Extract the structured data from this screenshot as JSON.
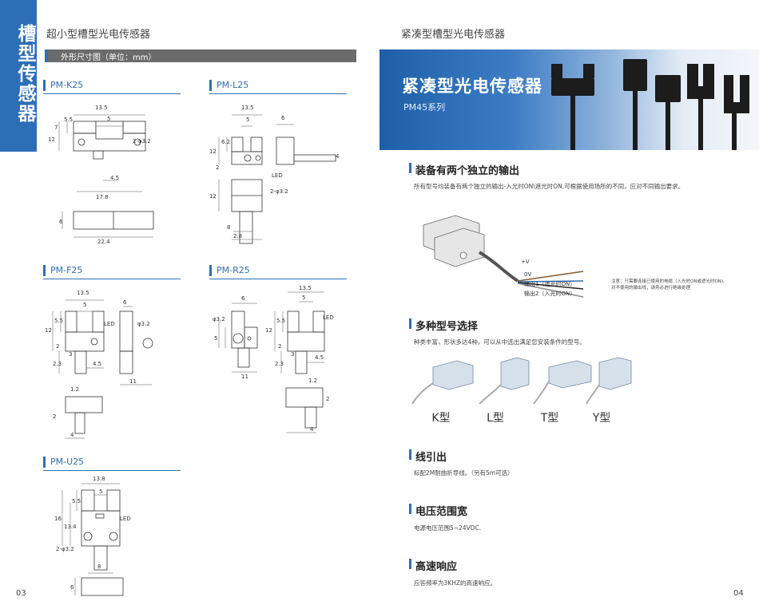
{
  "left_page": {
    "side_tab": "槽型传感器",
    "title": "超小型槽型光电传感器",
    "section_bar": "外形尺寸图（单位：mm）",
    "page_number": "03",
    "models": {
      "k25": {
        "name": "PM-K25",
        "dims": [
          "13.5",
          "5",
          "12",
          "7",
          "5.5",
          "2-φ3.2",
          "4.5",
          "17.8",
          "6",
          "22.4"
        ]
      },
      "l25": {
        "name": "PM-L25",
        "dims": [
          "13.5",
          "5",
          "6",
          "12",
          "6.2",
          "2",
          "4",
          "LED",
          "2-φ3.2",
          "12",
          "8",
          "2.8"
        ]
      },
      "f25": {
        "name": "PM-F25",
        "dims": [
          "13.5",
          "5",
          "6",
          "12",
          "5.5",
          "LED",
          "φ3.2",
          "2",
          "3",
          "2.3",
          "4.5",
          "11",
          "1.2",
          "2",
          "4"
        ]
      },
      "r25": {
        "name": "PM-R25",
        "dims": [
          "13.5",
          "6",
          "5",
          "φ3.2",
          "5",
          "12",
          "5.5",
          "LED",
          "2",
          "3",
          "2.3",
          "4.5",
          "11",
          "1.2",
          "2",
          "4"
        ]
      },
      "u25": {
        "name": "PM-U25",
        "dims": [
          "13.8",
          "5",
          "16",
          "13.4",
          "5.5",
          "LED",
          "2-φ3.2",
          "8",
          "6"
        ]
      }
    }
  },
  "right_page": {
    "title": "紧凑型槽型光电传感器",
    "banner_title": "紧凑型光电传感器",
    "banner_sub": "PM45系列",
    "page_number": "04",
    "sections": {
      "outputs": {
        "heading": "装备有两个独立的输出",
        "text": "所有型号均装备有两个独立的输出-入光时ON\\遮光时ON,可根据使用场所的不同，应对不同输出要求。",
        "wires": [
          "+V",
          "0V",
          "输出1（遮光时ON）",
          "输出2（入光时ON）"
        ],
        "note_line1": "注意：只需要连接已使用的电缆（入光时ON或遮光时ON),",
        "note_line2": "对不使用的输出线，请务必进行绝缘处理"
      },
      "models": {
        "heading": "多种型号选择",
        "text": "种类丰富，形状多达4种，可以从中选出满足您安装条件的型号。",
        "types": [
          "K型",
          "L型",
          "T型",
          "Y型"
        ]
      },
      "cable": {
        "heading": "线引出",
        "text": "标配2M耐曲折导线。（另有5m可选）"
      },
      "voltage": {
        "heading": "电压范围宽",
        "text": "电源电压范围5~24VDC."
      },
      "response": {
        "heading": "高速响应",
        "text": "应答频率为3KHZ的高速响应。"
      }
    }
  },
  "colors": {
    "accent": "#2d6fb6",
    "bar_gray": "#6b6b6b",
    "wire_brown": "#8a5a2b",
    "wire_blue": "#2d6fb6",
    "wire_black": "#222222",
    "wire_gray": "#888888"
  }
}
